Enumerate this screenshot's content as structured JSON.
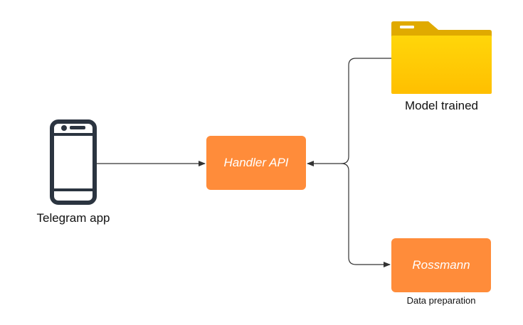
{
  "nodes": {
    "telegram": {
      "label": "Telegram app"
    },
    "handler": {
      "label": "Handler API"
    },
    "model": {
      "label": "Model trained"
    },
    "rossmann": {
      "label": "Rossmann",
      "caption": "Data preparation"
    }
  },
  "colors": {
    "node_fill": "#ff8c3a",
    "folder_front": "#ffcc00",
    "folder_back": "#e0aa00",
    "phone": "#2b3440",
    "connector": "#333333"
  },
  "icons": {
    "telegram": "smartphone-icon",
    "model": "folder-icon"
  }
}
